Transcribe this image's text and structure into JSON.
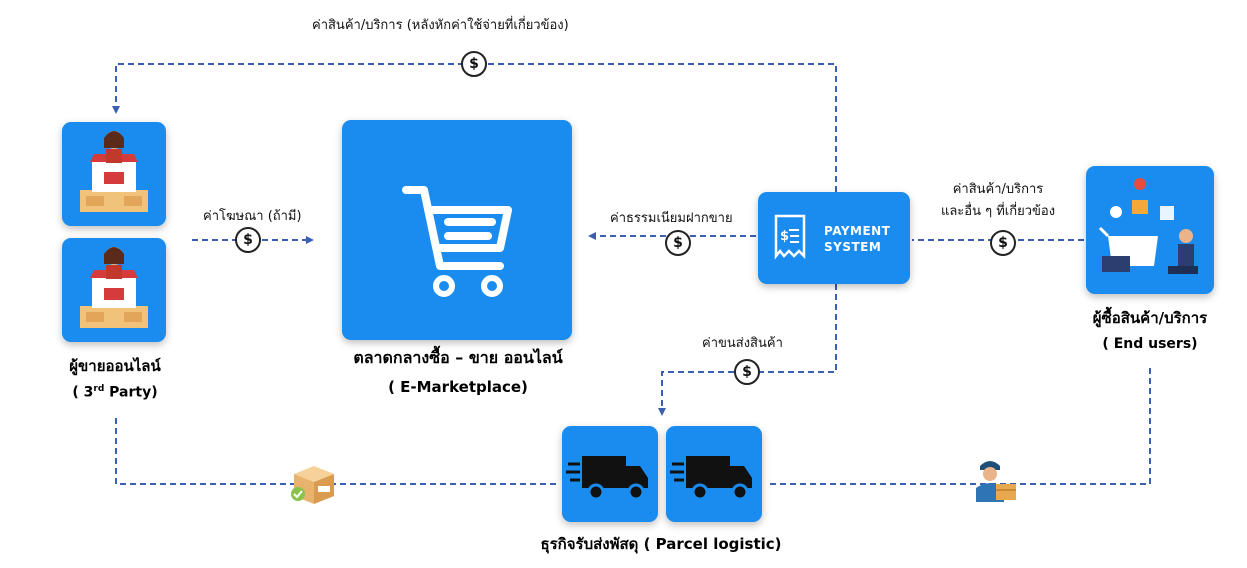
{
  "colors": {
    "tile_blue": "#1a8cf0",
    "line_blue": "#3a5fb0",
    "text": "#000000"
  },
  "flows": {
    "top_payment": "ค่าสินค้า/บริการ (หลังหักค่าใช้จ่ายที่เกี่ยวข้อง)",
    "advertising": "ค่าโฆษณา (ถ้ามี)",
    "consignment_fee": "ค่าธรรมเนียมฝากขาย",
    "buyer_payment_line1": "ค่าสินค้า/บริการ",
    "buyer_payment_line2": "และอื่น ๆ ที่เกี่ยวข้อง",
    "shipping_fee": "ค่าขนส่งสินค้า"
  },
  "seller": {
    "title": "ผู้ขายออนไลน์",
    "sub_prefix": "( 3",
    "sub_sup": "rd",
    "sub_suffix": " Party)"
  },
  "marketplace": {
    "title": "ตลาดกลางซื้อ – ขาย ออนไลน์",
    "subtitle": "( E-Marketplace)"
  },
  "payment": {
    "line1": "PAYMENT",
    "line2": "SYSTEM",
    "symbol": "$"
  },
  "buyer": {
    "title": "ผู้ซื้อสินค้า/บริการ",
    "subtitle": "( End users)"
  },
  "logistic": {
    "title": "ธุรกิจรับส่งพัสดุ ( Parcel logistic)"
  },
  "coin_symbol": "$",
  "icons": [
    "seller-shop-icon",
    "shopping-cart-icon",
    "receipt-icon",
    "buyer-shopping-icon",
    "delivery-truck-icon",
    "parcel-box-icon",
    "courier-icon"
  ]
}
